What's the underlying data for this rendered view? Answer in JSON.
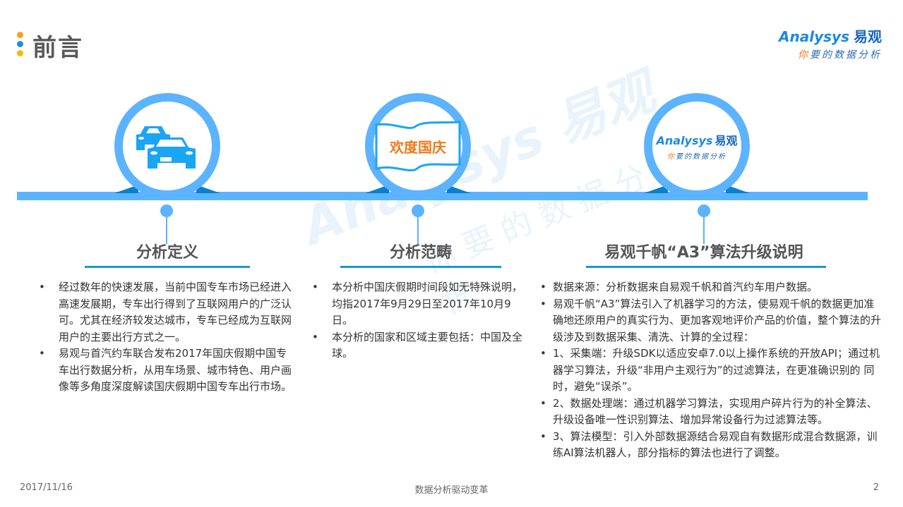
{
  "header": {
    "title": "前言",
    "dots_colors": [
      "#f7a21b",
      "#1c8fe0",
      "#f7b900"
    ]
  },
  "logo": {
    "brand_latin": "Analysys",
    "brand_cn": "易观",
    "slogan_first": "你",
    "slogan_rest": "要的数据分析"
  },
  "timeline": {
    "bar_color": "#5cb3ff",
    "accent_shadow": "#0a7fd0",
    "nodes": [
      {
        "icon": "car-icon",
        "title": "分析定义"
      },
      {
        "icon": "flag-icon",
        "flag_text": "欢度国庆",
        "title": "分析范畴"
      },
      {
        "icon": "analysys-logo-icon",
        "title": "易观千帆“A3”算法升级说明"
      }
    ]
  },
  "sections": {
    "definition": {
      "bullets": [
        "经过数年的快速发展，当前中国专车市场已经进入高速发展期，专车出行得到了互联网用户的广泛认可。尤其在经济较发达城市，专车已经成为互联网用户的主要出行方式之一。",
        "易观与首汽约车联合发布2017年国庆假期中国专车出行数据分析，从用车场景、城市特色、用户画像等多角度深度解读国庆假期中国专车出行市场。"
      ]
    },
    "scope": {
      "bullets": [
        "本分析中国庆假期时间段如无特殊说明，均指2017年9月29日至2017年10月9日。",
        "本分析的国家和区域主要包括：中国及全球。"
      ]
    },
    "algorithm": {
      "bullets": [
        "数据来源：分析数据来自易观千帆和首汽约车用户数据。",
        "易观千帆“A3”算法引入了机器学习的方法，使易观千帆的数据更加准确地还原用户的真实行为、更加客观地评价产品的价值，整个算法的升级涉及到数据采集、清洗、计算的全过程：",
        "1、采集端：升级SDK以适应安卓7.0以上操作系统的开放API；通过机器学习算法，升级“非用户主观行为”的过滤算法，在更准确识别的 同时，避免“误杀”。",
        "2、数据处理端：通过机器学习算法，实现用户碎片行为的补全算法、升级设备唯一性识别算法、增加异常设备行为过滤算法等。",
        "3、算法模型：引入外部数据源结合易观自有数据形成混合数据源，训练AI算法机器人，部分指标的算法也进行了调整。"
      ]
    }
  },
  "watermark": {
    "line1": "Analysys 易观",
    "line2": "你要的数据分析"
  },
  "footer": {
    "date": "2017/11/16",
    "center": "数据分析驱动变革",
    "page": "2"
  }
}
